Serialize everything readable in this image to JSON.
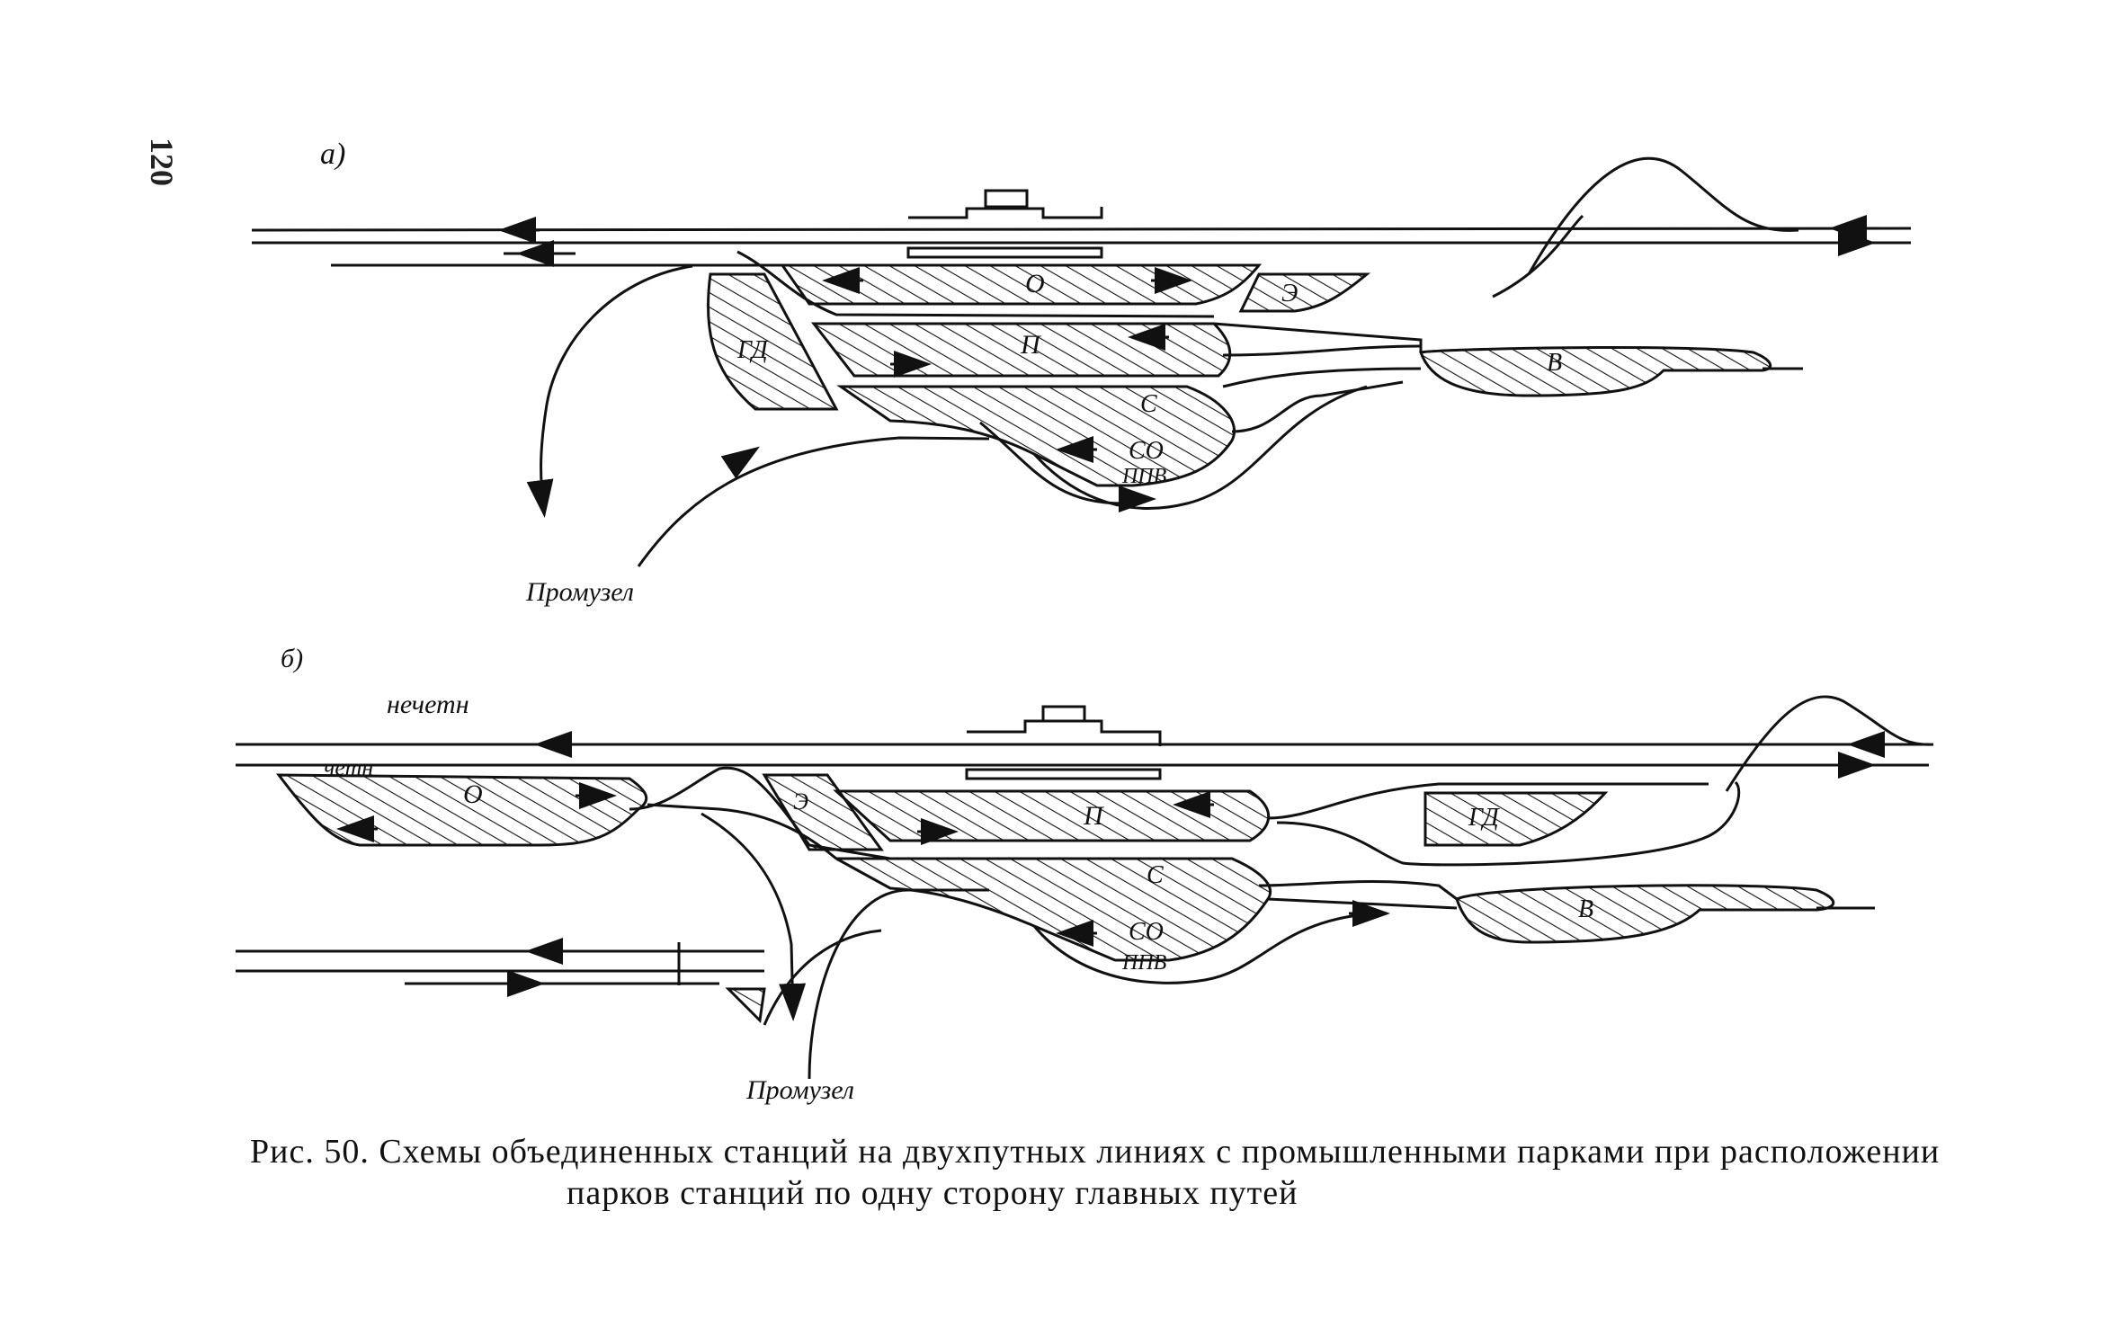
{
  "page_number": "120",
  "figure": {
    "diagram_a": {
      "label": "а)",
      "parks": [
        "О",
        "Э",
        "П",
        "ГД",
        "С",
        "СО",
        "ППВ",
        "В"
      ],
      "industrial_label": "Промузел"
    },
    "diagram_b": {
      "label": "б)",
      "track_odd": "нечетн",
      "track_even": "четн",
      "parks": [
        "О",
        "Э",
        "П",
        "ГД",
        "С",
        "СО",
        "ППВ",
        "В"
      ],
      "industrial_label": "Промузел"
    }
  },
  "caption": {
    "line1": "Рис. 50. Схемы объединенных станций на двухпутных линиях с промышленными парками при расположении",
    "line2": "парков станций по одну сторону главных путей"
  },
  "colors": {
    "ink": "#111111",
    "paper": "#ffffff"
  }
}
